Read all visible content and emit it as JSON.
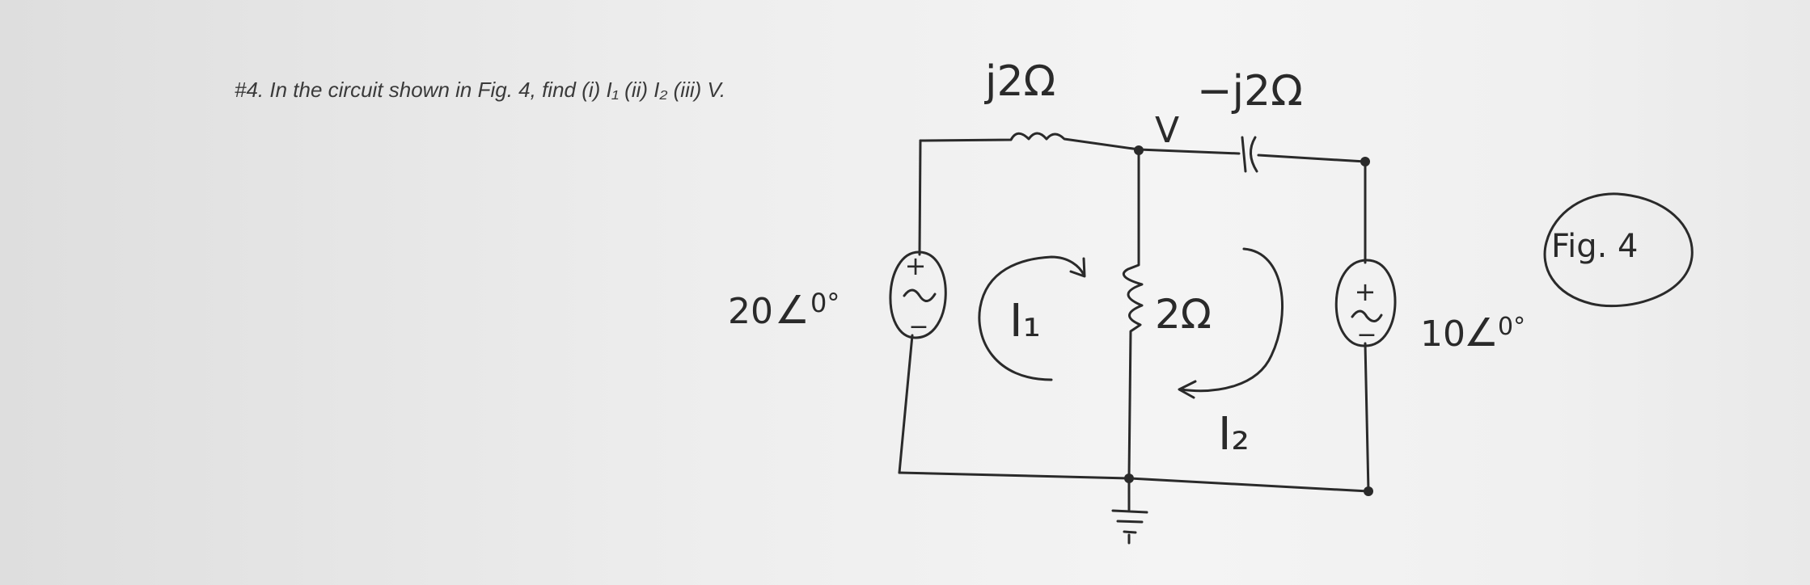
{
  "problem": {
    "text": "#4. In the circuit shown in Fig. 4, find (i) I₁ (ii) I₂ (iii) V."
  },
  "circuit": {
    "inductor_label": "j2Ω",
    "capacitor_label": "−j2Ω",
    "node_label": "V",
    "resistor_label": "2Ω",
    "source_left": {
      "magnitude": "20",
      "angle": "0°",
      "plus": "+",
      "minus": "−"
    },
    "source_right": {
      "magnitude": "10",
      "angle": "0°",
      "plus": "+",
      "minus": "−"
    },
    "mesh1_label": "I₁",
    "mesh2_label": "I₂",
    "figure_label": "Fig. 4"
  }
}
